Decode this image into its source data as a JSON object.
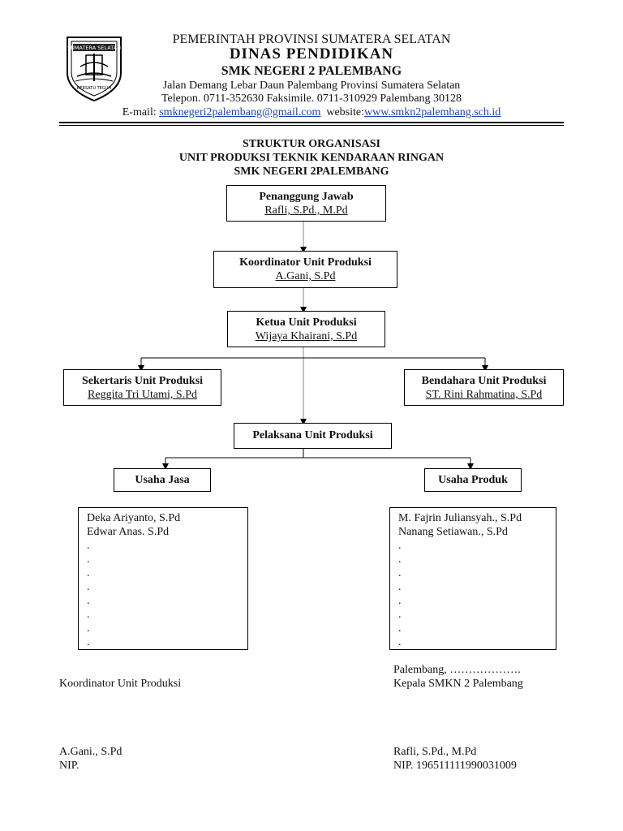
{
  "header": {
    "line1": "PEMERINTAH PROVINSI SUMATERA SELATAN",
    "line2": "DINAS PENDIDIKAN",
    "line3": "SMK NEGERI 2 PALEMBANG",
    "address": "Jalan Demang Lebar Daun Palembang Provinsi Sumatera Selatan",
    "phone": "Telepon. 0711-352630 Faksimile. 0711-310929 Palembang 30128",
    "email_label": "E-mail:",
    "email": "smknegeri2palembang@gmail.com",
    "website_label": "website:",
    "website": "www.smkn2palembang.sch.id",
    "logo_text_top": "SUMATERA SELATAN",
    "logo_text_bottom": "BERSATU TEGUH"
  },
  "title": {
    "line1": "STRUKTUR ORGANISASI",
    "line2": "UNIT PRODUKSI TEKNIK KENDARAAN RINGAN",
    "line3": "SMK NEGERI 2PALEMBANG"
  },
  "org": {
    "penanggung": {
      "title": "Penanggung Jawab",
      "name": "Rafli, S.Pd., M.Pd"
    },
    "koordinator": {
      "title": "Koordinator Unit Produksi",
      "name": "A.Gani, S.Pd"
    },
    "ketua": {
      "title": "Ketua Unit Produksi",
      "name": "Wijaya Khairani, S.Pd"
    },
    "sekretaris": {
      "title": "Sekertaris Unit Produksi",
      "name": "Reggita Tri Utami, S.Pd"
    },
    "bendahara": {
      "title": "Bendahara Unit Produksi",
      "name": "ST. Rini Rahmatina, S.Pd"
    },
    "pelaksana": {
      "title": "Pelaksana Unit Produksi"
    },
    "jasa": {
      "title": "Usaha Jasa",
      "members": [
        "Deka Ariyanto, S.Pd",
        "Edwar Anas. S.Pd",
        ".",
        ".",
        ".",
        ".",
        ".",
        ".",
        ".",
        "."
      ]
    },
    "produk": {
      "title": "Usaha Produk",
      "members": [
        "M. Fajrin Juliansyah., S.Pd",
        "Nanang Setiawan., S.Pd",
        ".",
        ".",
        ".",
        ".",
        ".",
        ".",
        ".",
        "."
      ]
    }
  },
  "signatures": {
    "left": {
      "role": "Koordinator Unit Produksi",
      "name": "A.Gani., S.Pd",
      "nip": "NIP."
    },
    "right": {
      "place_date": "Palembang, ……………….",
      "role": "Kepala SMKN 2 Palembang",
      "name": "Rafli, S.Pd., M.Pd",
      "nip": "NIP. 196511111990031009"
    }
  }
}
